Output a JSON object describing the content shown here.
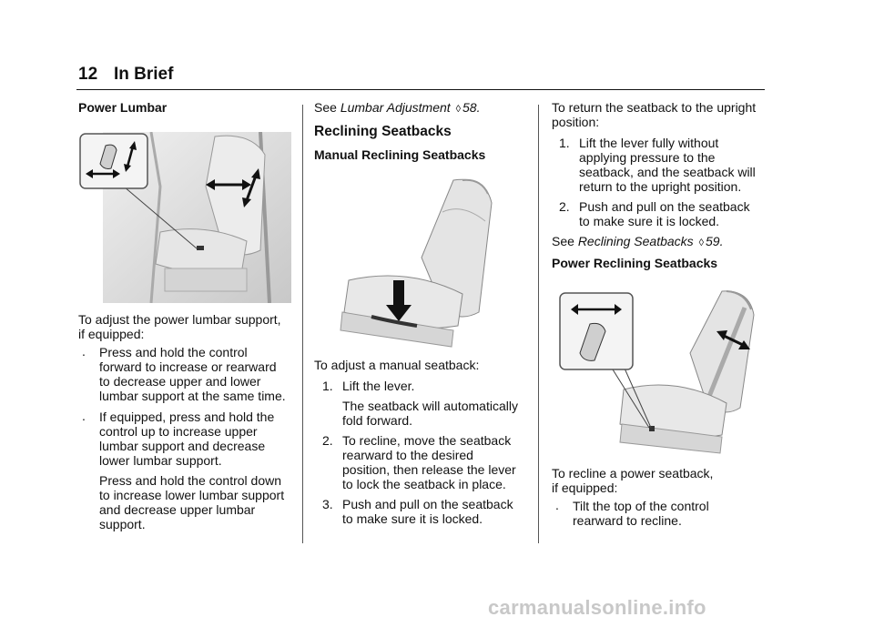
{
  "header": {
    "page_number": "12",
    "section": "In Brief"
  },
  "col1": {
    "heading": "Power Lumbar",
    "intro": [
      "To adjust the power lumbar support,",
      "if equipped:"
    ],
    "bullet1": {
      "mark": ".",
      "lines": [
        "Press and hold the control",
        "forward to increase or rearward",
        "to decrease upper and lower",
        "lumbar support at the same time."
      ]
    },
    "bullet2": {
      "mark": ".",
      "lines": [
        "If equipped, press and hold the",
        "control up to increase upper",
        "lumbar support and decrease",
        "lower lumbar support."
      ],
      "extra": [
        "Press and hold the control down",
        "to increase lower lumbar support",
        "and decrease upper lumbar",
        "support."
      ]
    }
  },
  "col2": {
    "see_prefix": "See",
    "see_link": "Lumbar Adjustment",
    "see_page": "58.",
    "heading": "Reclining Seatbacks",
    "subheading": "Manual Reclining Seatbacks",
    "intro": "To adjust a manual seatback:",
    "step1": {
      "num": "1.",
      "lines": [
        "Lift the lever."
      ],
      "extra": [
        "The seatback will automatically",
        "fold forward."
      ]
    },
    "step2": {
      "num": "2.",
      "lines": [
        "To recline, move the seatback",
        "rearward to the desired",
        "position, then release the lever",
        "to lock the seatback in place."
      ]
    },
    "step3": {
      "num": "3.",
      "lines": [
        "Push and pull on the seatback",
        "to make sure it is locked."
      ]
    }
  },
  "col3": {
    "intro": [
      "To return the seatback to the upright",
      "position:"
    ],
    "step1": {
      "num": "1.",
      "lines": [
        "Lift the lever fully without",
        "applying pressure to the",
        "seatback, and the seatback will",
        "return to the upright position."
      ]
    },
    "step2": {
      "num": "2.",
      "lines": [
        "Push and pull on the seatback",
        "to make sure it is locked."
      ]
    },
    "see_prefix": "See",
    "see_link": "Reclining Seatbacks",
    "see_page": "59.",
    "subheading": "Power Reclining Seatbacks",
    "intro2": [
      "To recline a power seatback,",
      "if equipped:"
    ],
    "bullet1": {
      "mark": ".",
      "lines": [
        "Tilt the top of the control",
        "rearward to recline."
      ]
    }
  },
  "footer": {
    "watermark": "carmanualsonline.info"
  },
  "colors": {
    "text": "#111111",
    "rule": "#555555",
    "watermark": "#c8c8c8",
    "figure_fill": "#e2e2e2"
  }
}
